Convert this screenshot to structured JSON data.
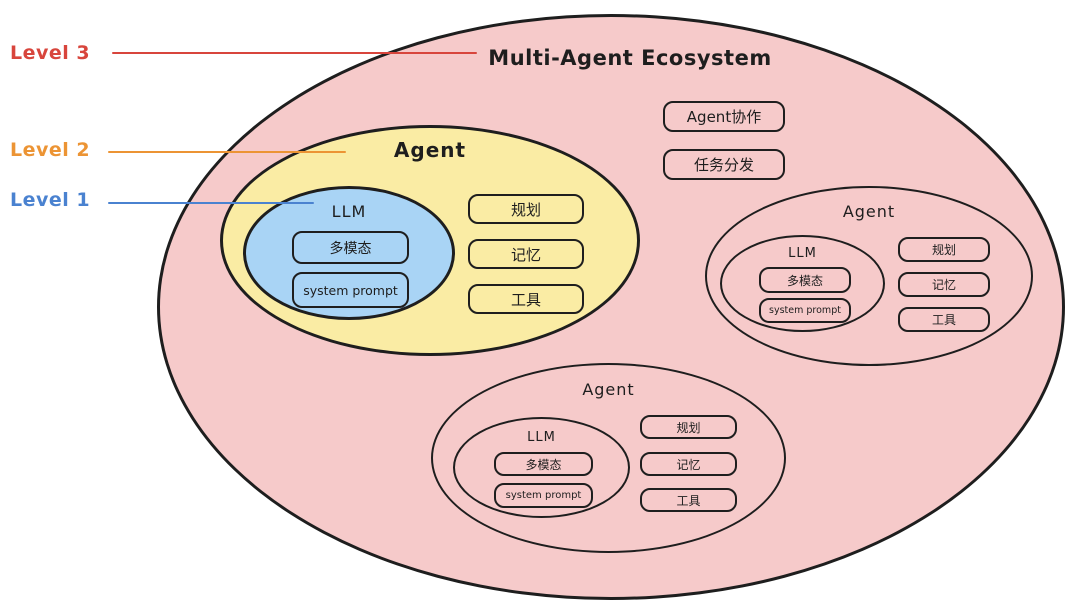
{
  "colors": {
    "background": "#ffffff",
    "stroke": "#1e1e1e",
    "ecosystem_fill": "#f6caca",
    "agent_fill": "#faeca4",
    "llm_fill": "#a9d4f5",
    "level3_color": "#d8453c",
    "level2_color": "#ec9434",
    "level1_color": "#4a82d0"
  },
  "legend": {
    "items": [
      {
        "label": "Level 3",
        "color": "#d8453c"
      },
      {
        "label": "Level 2",
        "color": "#ec9434"
      },
      {
        "label": "Level 1",
        "color": "#4a82d0"
      }
    ]
  },
  "ecosystem": {
    "title": "Multi-Agent Ecosystem",
    "capabilities": [
      "Agent协作",
      "任务分发"
    ],
    "agents": [
      {
        "title": "Agent",
        "llm": {
          "title": "LLM",
          "features": [
            "多模态",
            "system prompt"
          ]
        },
        "modules": [
          "规划",
          "记忆",
          "工具"
        ]
      },
      {
        "title": "Agent",
        "llm": {
          "title": "LLM",
          "features": [
            "多模态",
            "system prompt"
          ]
        },
        "modules": [
          "规划",
          "记忆",
          "工具"
        ]
      },
      {
        "title": "Agent",
        "llm": {
          "title": "LLM",
          "features": [
            "多模态",
            "system prompt"
          ]
        },
        "modules": [
          "规划",
          "记忆",
          "工具"
        ]
      }
    ]
  }
}
